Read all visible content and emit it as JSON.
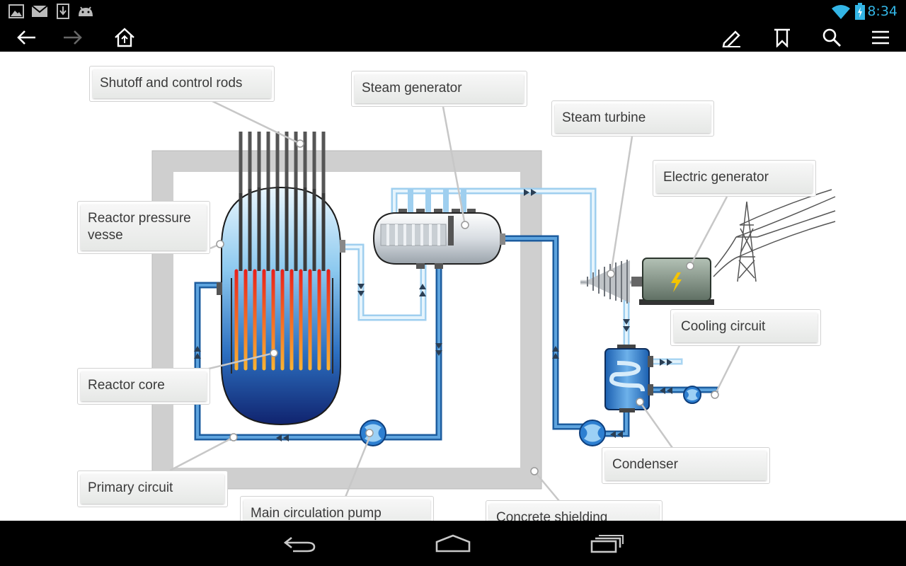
{
  "status_bar": {
    "time": "8:34",
    "notification_icons": [
      "gallery-icon",
      "gmail-icon",
      "download-icon",
      "android-icon"
    ],
    "system_icons": [
      "wifi-icon",
      "battery-charging-icon"
    ],
    "accent_color": "#33b5e5"
  },
  "toolbar": {
    "left_icons": [
      "back-arrow-icon",
      "forward-arrow-icon",
      "home-icon"
    ],
    "right_icons": [
      "pen-icon",
      "bookmark-icon",
      "search-icon",
      "menu-icon"
    ]
  },
  "diagram": {
    "labels": {
      "control_rods": "Shutoff and control rods",
      "steam_generator": "Steam generator",
      "steam_turbine": "Steam turbine",
      "electric_generator": "Electric generator",
      "pressure_vessel": "Reactor pressure vesse",
      "reactor_core": "Reactor core",
      "cooling_circuit": "Cooling circuit",
      "condenser": "Condenser",
      "primary_circuit": "Primary circuit",
      "main_pump": "Main circulation pump",
      "concrete_shielding": "Concrete shielding"
    }
  },
  "nav_bar": {
    "icons": [
      "nav-back-icon",
      "nav-home-icon",
      "nav-recents-icon"
    ]
  }
}
